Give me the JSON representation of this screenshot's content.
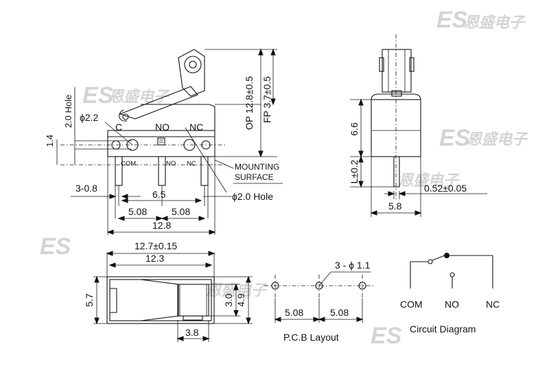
{
  "watermark": {
    "logo": "ES",
    "chinese": "恩盛电子"
  },
  "front_view": {
    "dim_1_4": "1.4",
    "dim_2_0_hole": "2.0 Hole",
    "dim_phi_2_2": "ϕ2.2",
    "label_c": "C",
    "label_no": "NO",
    "label_nc": "NC",
    "label_com": "COM",
    "label_no_small": "NO",
    "label_nc_small": "NC",
    "dim_op": "OP 12.8±0.5",
    "dim_fp": "FP 3.7±0.5",
    "mounting": "MOUNTING",
    "surface": "SURFACE",
    "dim_3_0_8": "3-0.8",
    "dim_6_5": "6.5",
    "dim_phi_2_0_hole": "ϕ2.0 Hole",
    "dim_5_08_a": "5.08",
    "dim_5_08_b": "5.08",
    "dim_12_8": "12.8"
  },
  "side_view": {
    "dim_6_6": "6.6",
    "dim_l": "L±0.2",
    "dim_0_52": "0.52±0.05",
    "dim_5_8": "5.8"
  },
  "bottom_view": {
    "dim_12_7": "12.7±0.15",
    "dim_12_3": "12.3",
    "dim_5_7": "5.7",
    "dim_3_0": "3.0",
    "dim_4_9": "4.9",
    "dim_3_8": "3.8"
  },
  "pcb_layout": {
    "dim_holes": "3 - ϕ 1.1",
    "dim_5_08_a": "5.08",
    "dim_5_08_b": "5.08",
    "caption": "P.C.B Layout"
  },
  "circuit": {
    "com": "COM",
    "no": "NO",
    "nc": "NC",
    "caption": "Circuit Diagram"
  }
}
